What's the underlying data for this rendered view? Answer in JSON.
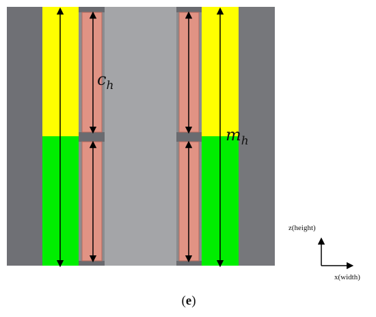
{
  "labels": {
    "ch_main": "c",
    "ch_sub": "h",
    "mh_main": "m",
    "mh_sub": "h",
    "axis_z": "z(height)",
    "axis_x": "x(width)",
    "panel_prefix": "(",
    "panel_letter": "e",
    "panel_suffix": ")"
  },
  "colors": {
    "background_panel": "#8c8d90",
    "outer_wall": "#6f7075",
    "center_channel": "#a4a5a8",
    "gap_block": "#6a6b70",
    "yellow_layer": "#ffff00",
    "green_layer": "#00ee00",
    "coil_pink": "#e19384",
    "coil_outline": "#b26a5e",
    "arrow": "#000000"
  },
  "icons": {
    "dimension_arrow": "double-headed-arrow-icon",
    "axis_indicator": "xz-axis-icon"
  }
}
